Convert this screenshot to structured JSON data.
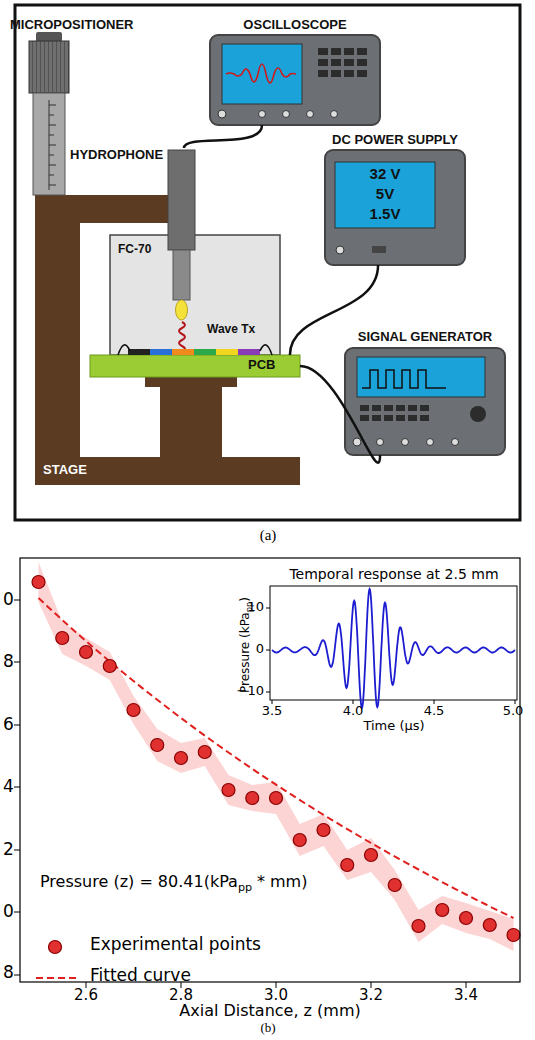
{
  "diagram": {
    "nodes": [
      {
        "text": [
          "MICROPOSITIONER"
        ]
      },
      {
        "text": [
          "OSCILLOSCOPE"
        ]
      },
      {
        "text": [
          "HYDROPHONE"
        ]
      },
      {
        "text": [
          "DC POWER SUPPLY"
        ]
      },
      {
        "text": [
          "32 V",
          "5V",
          "1.5V"
        ],
        "in": 3
      },
      {
        "text": [
          "FC-70",
          "Wave Tx"
        ]
      },
      {
        "text": [
          "PCB"
        ]
      },
      {
        "text": [
          "SIGNAL GENERATOR"
        ]
      },
      {
        "text": [
          "STAGE"
        ]
      }
    ],
    "edges": [
      {
        "from": 1,
        "to": 2,
        "arrow": "none"
      },
      {
        "from": 3,
        "to": 6,
        "arrow": "none"
      },
      {
        "from": 7,
        "to": 6,
        "arrow": "none"
      }
    ],
    "labels": [
      "(a)",
      "0",
      "8",
      "6",
      "4",
      "2",
      "0",
      "8",
      "Temporal response at 2.5 mm",
      "10",
      "0",
      "−10",
      "3.5",
      "4.0",
      "4.5",
      "5.0",
      "Time (µs)",
      "Pressure (kPa",
      "pp",
      ")",
      "Pressure (z) = 80.41(kPa",
      "pp",
      "* mm)",
      "2.6",
      "2.8",
      "3.0",
      "3.2",
      "3.4",
      "Axial Distance, z (mm)",
      "(b)"
    ],
    "legend": [
      {
        "text": "Experimental points"
      },
      {
        "text": "Fitted curve"
      }
    ]
  }
}
